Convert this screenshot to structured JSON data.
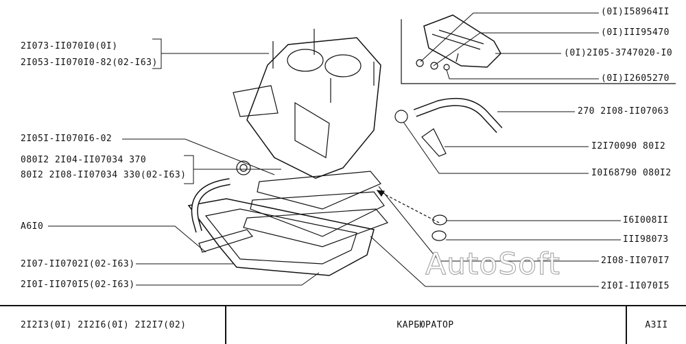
{
  "callouts_left": [
    {
      "text": "2I073-II070I0(0I)"
    },
    {
      "text": "2I053-II070I0-82(02-I63)"
    },
    {
      "text": "2I05I-II070I6-02"
    },
    {
      "text": "080I2 2I04-II07034 370"
    },
    {
      "text": "80I2 2I08-II07034 330(02-I63)"
    },
    {
      "text": "A6I0"
    },
    {
      "text": "2I07-II0702I(02-I63)"
    },
    {
      "text": "2I0I-II070I5(02-I63)"
    }
  ],
  "callouts_right": [
    {
      "text": "(0I)I58964II"
    },
    {
      "text": "(0I)III95470"
    },
    {
      "text": "(0I)2I05-3747020-I0"
    },
    {
      "text": "(0I)I2605270"
    },
    {
      "text": "270 2I08-II07063"
    },
    {
      "text": "I2I70090 80I2"
    },
    {
      "text": "I0I68790 080I2"
    },
    {
      "text": "I6I008II"
    },
    {
      "text": "III98073"
    },
    {
      "text": "2I08-II070I7"
    },
    {
      "text": "2I0I-II070I5"
    }
  ],
  "watermark": "AutoSoft",
  "title_block": {
    "models": "2I2I3(0I)  2I2I6(0I)  2I2I7(02)",
    "name": "КАРБЮРАТОР",
    "code": "A3II"
  }
}
